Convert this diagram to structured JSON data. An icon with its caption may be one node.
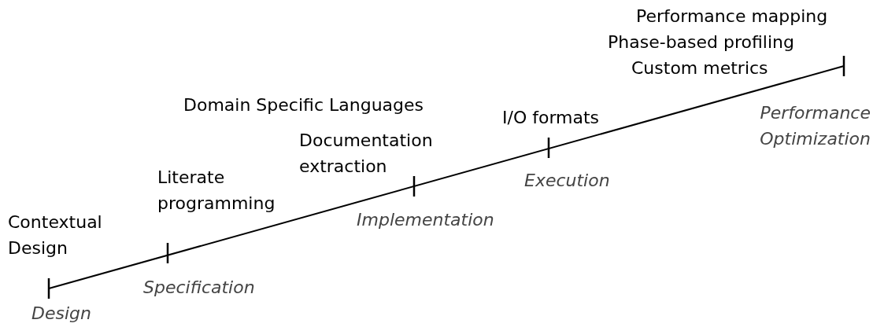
{
  "diagram": {
    "labels": [
      "Performance mapping",
      "Phase-based profiling",
      "Custom metrics",
      "Domain Specific Languages",
      "I/O formats",
      "Performance Optimization",
      "Documentation extraction",
      "Literate programming",
      "Execution",
      "Implementation",
      "Contextual Design",
      "Specification",
      "Design"
    ]
  }
}
